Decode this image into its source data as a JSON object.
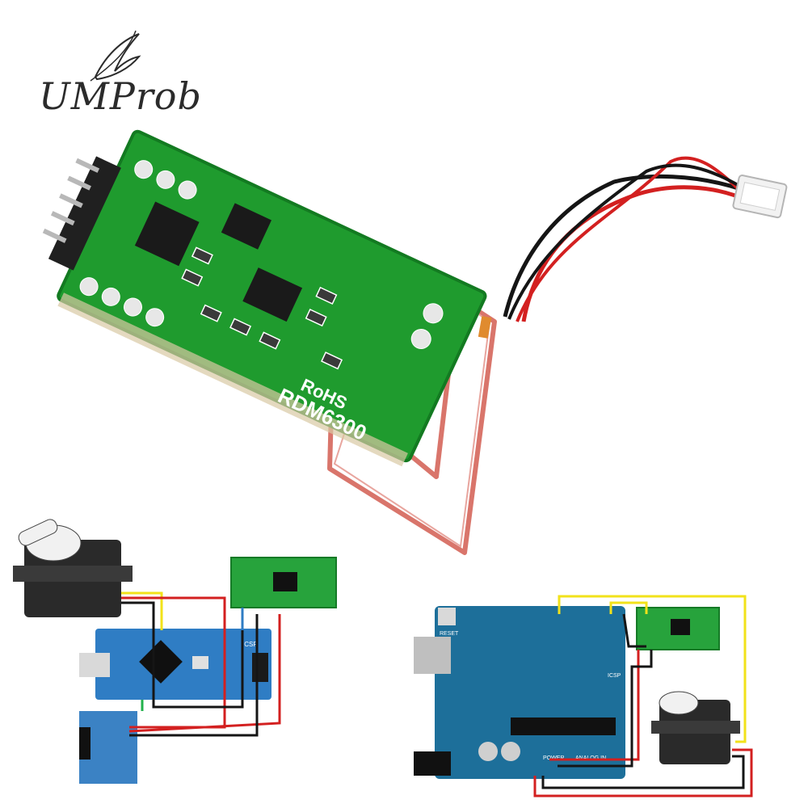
{
  "brand": {
    "logo_text": "UMProb"
  },
  "module": {
    "model_label": "RDM6300",
    "rohs_label": "RoHS"
  },
  "colors": {
    "pcb_green": "#1f9b2e",
    "pcb_dark": "#137a21",
    "antenna_copper": "#d9756b",
    "wire_red": "#d32020",
    "wire_black": "#151515",
    "wire_yellow": "#f2e21a",
    "arduino_blue": "#1d6f9a",
    "nano_blue": "#2f7dc4"
  },
  "diagram_left": {
    "board": "Arduino Nano",
    "icsp_label": "ICSP"
  },
  "diagram_right": {
    "board": "Arduino Uno",
    "icsp_label": "ICSP",
    "power_label": "POWER",
    "analog_label": "ANALOG IN",
    "reset_label": "RESET"
  }
}
